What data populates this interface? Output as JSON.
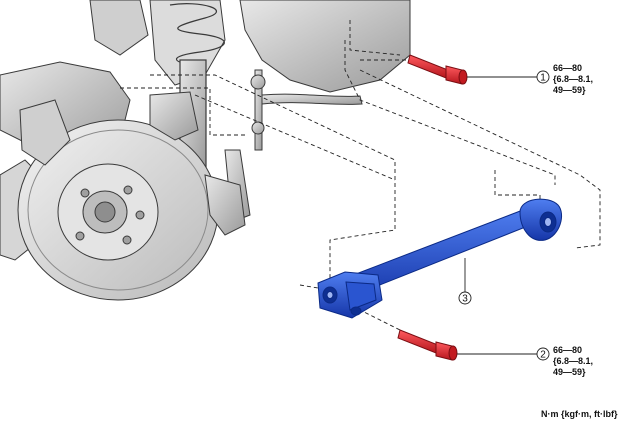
{
  "callouts": [
    {
      "number": "1",
      "torque_nm": "66—80",
      "torque_kgfm": "{6.8—8.1,",
      "torque_ftlbf": "49—59}"
    },
    {
      "number": "2",
      "torque_nm": "66—80",
      "torque_kgfm": "{6.8—8.1,",
      "torque_ftlbf": "49—59}"
    }
  ],
  "parts": [
    {
      "number": "3"
    }
  ],
  "units_note": "N·m {kgf·m, ft·lbf}",
  "colors": {
    "link_arm": "#1e4fc8",
    "bolt": "#d8242b",
    "line_art": "#3a3a3a",
    "shade": "#c9c9c9"
  }
}
